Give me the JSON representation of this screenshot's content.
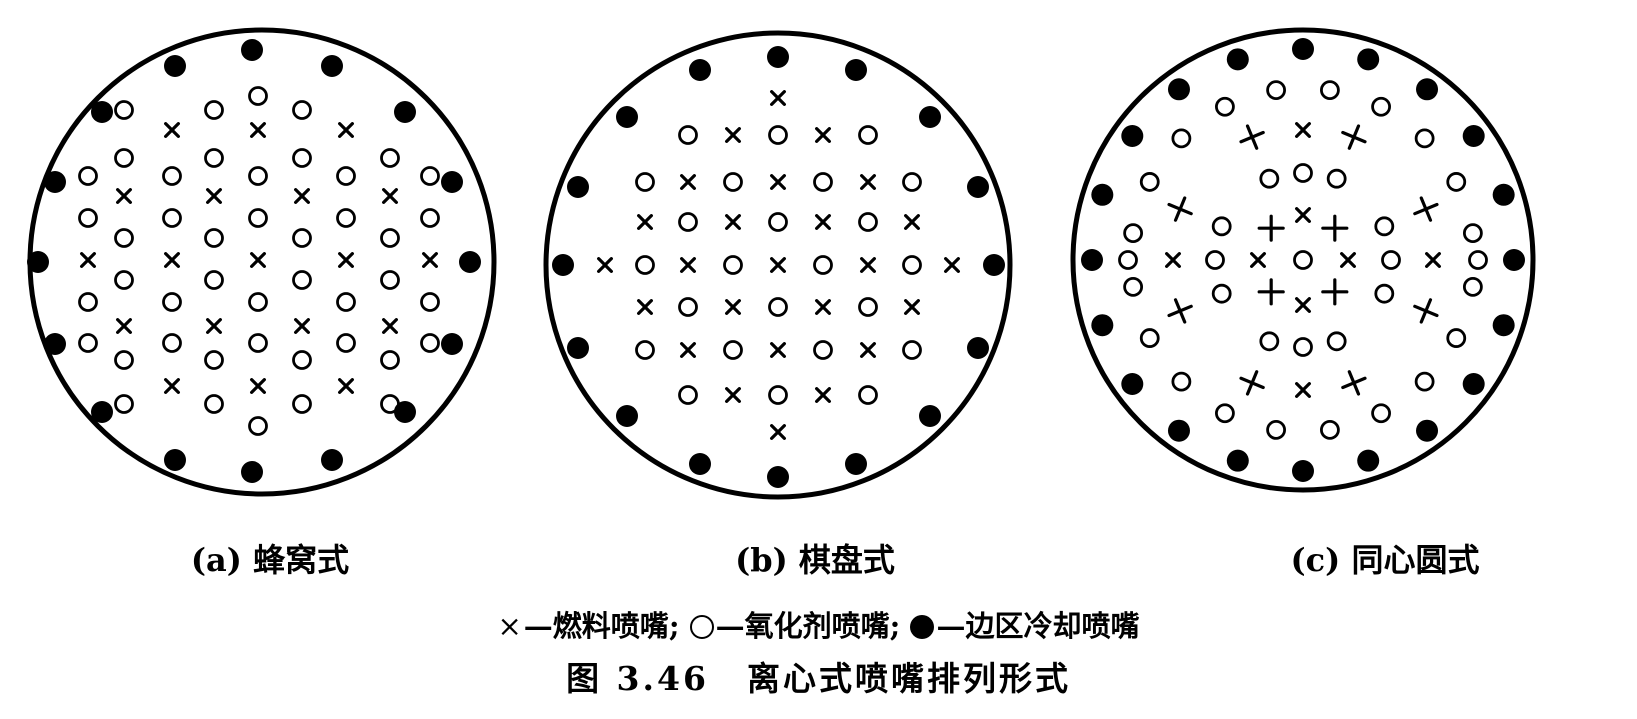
{
  "panels": [
    {
      "id": "a",
      "label": "(a) 蜂窝式"
    },
    {
      "id": "b",
      "label": "(b) 棋盘式"
    },
    {
      "id": "c",
      "label": "(c) 同心圆式"
    }
  ],
  "legend": {
    "fuel_symbol": "×",
    "fuel_label": "燃料喷嘴",
    "oxidizer_label": "氧化剂喷嘴",
    "cooling_label": "边区冷却喷嘴",
    "dash": "—",
    "separator": ";"
  },
  "caption": {
    "number": "图 3.46",
    "title": "离心式喷嘴排列形式"
  },
  "colors": {
    "ink": "#000000",
    "background": "#ffffff"
  }
}
